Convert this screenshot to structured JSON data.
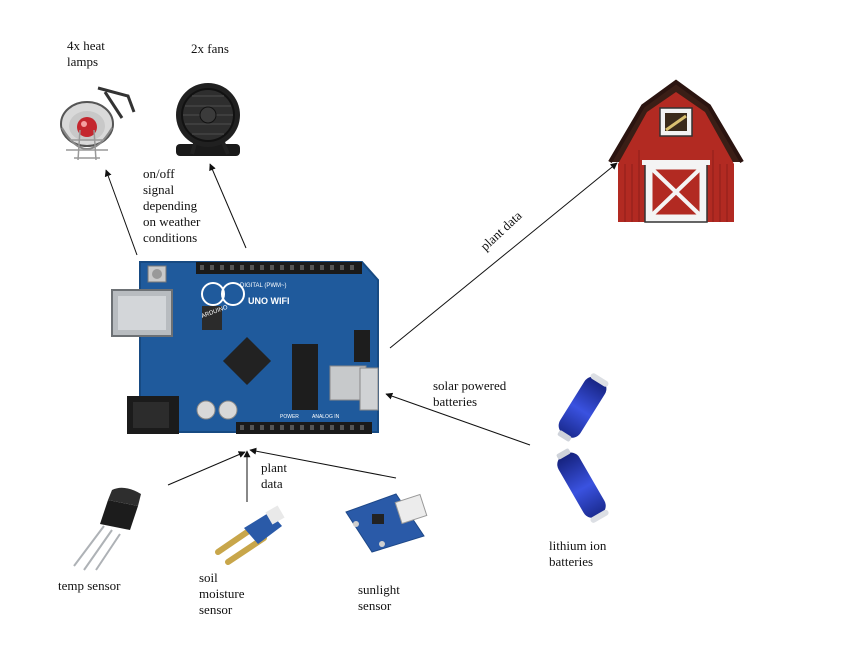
{
  "labels": {
    "heat_lamps": "4x heat\nlamps",
    "fans": "2x fans",
    "signal": "on/off\nsignal\ndepending\non weather\nconditions",
    "plant_data_top": "plant data",
    "solar": "solar powered\nbatteries",
    "plant_data_bottom": "plant\ndata",
    "temp_sensor": "temp sensor",
    "soil_sensor": "soil\nmoisture\nsensor",
    "sunlight_sensor": "sunlight\nsensor",
    "lithium": "lithium ion\nbatteries"
  },
  "board_text": {
    "brand": "ARDUINO",
    "model": "UNO WIFI",
    "digital": "DIGITAL (PWM~)",
    "power": "POWER",
    "analog": "ANALOG IN"
  },
  "colors": {
    "board": "#1f5a9c",
    "barn": "#b22a22",
    "battery": "#2236b8",
    "sensor_board": "#2a5aa8"
  }
}
